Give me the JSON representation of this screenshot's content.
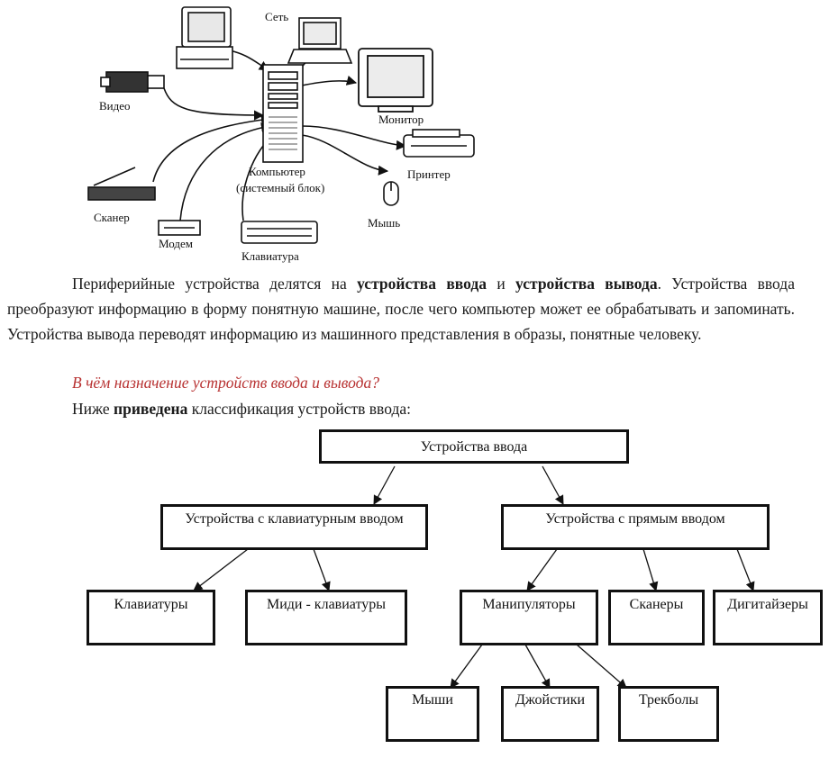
{
  "peripherals_diagram": {
    "labels": {
      "network": "Сеть",
      "video": "Видео",
      "monitor": "Монитор",
      "computer_line1": "Компьютер",
      "computer_line2": "(системный блок)",
      "printer": "Принтер",
      "scanner": "Сканер",
      "mouse": "Мышь",
      "modem": "Модем",
      "keyboard": "Клавиатура"
    }
  },
  "text": {
    "para1_part1": "Периферийные устройства делятся на ",
    "para1_bold1": "устройства ввода",
    "para1_and": " и ",
    "para1_bold2": "устройства вывода",
    "para1_part2": ". Устройства ввода преобразуют информацию в форму понятную машине, после чего компьютер может ее обрабатывать и запоминать. Устройства вывода переводят информацию из машинного представления в образы, понятные человеку.",
    "question": "В чём назначение устройств ввода и вывода?",
    "intro_part1": "Ниже ",
    "intro_bold": "приведена",
    "intro_part2": " классификация устройств ввода:"
  },
  "classification": {
    "root": "Устройства ввода",
    "keyboard_input": "Устройства с клавиатурным вводом",
    "direct_input": "Устройства с прямым вводом",
    "keyboards": "Клавиатуры",
    "midi_keyboards": "Миди - клавиатуры",
    "manipulators": "Манипуляторы",
    "scanners": "Сканеры",
    "digitizers": "Дигитайзеры",
    "mice": "Мыши",
    "joysticks": "Джойстики",
    "trackballs": "Трекболы"
  }
}
